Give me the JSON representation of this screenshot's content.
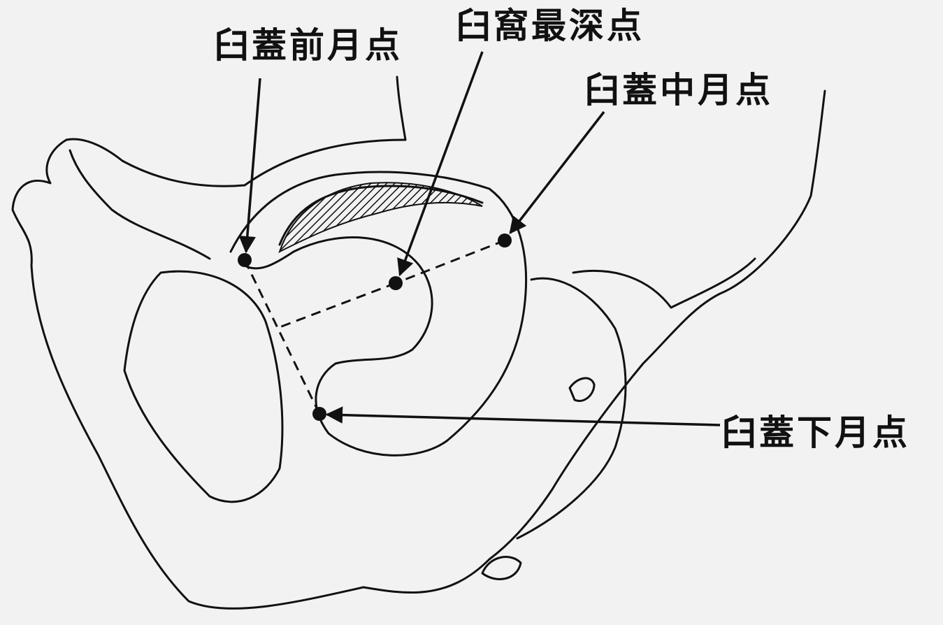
{
  "labels": {
    "anterior_edge_point": "臼蓋前月点",
    "deepest_point": "臼窩最深点",
    "middle_edge_point": "臼蓋中月点",
    "inferior_edge_point": "臼蓋下月点"
  },
  "colors": {
    "background": "#f2f2f2",
    "ink": "#111111"
  }
}
